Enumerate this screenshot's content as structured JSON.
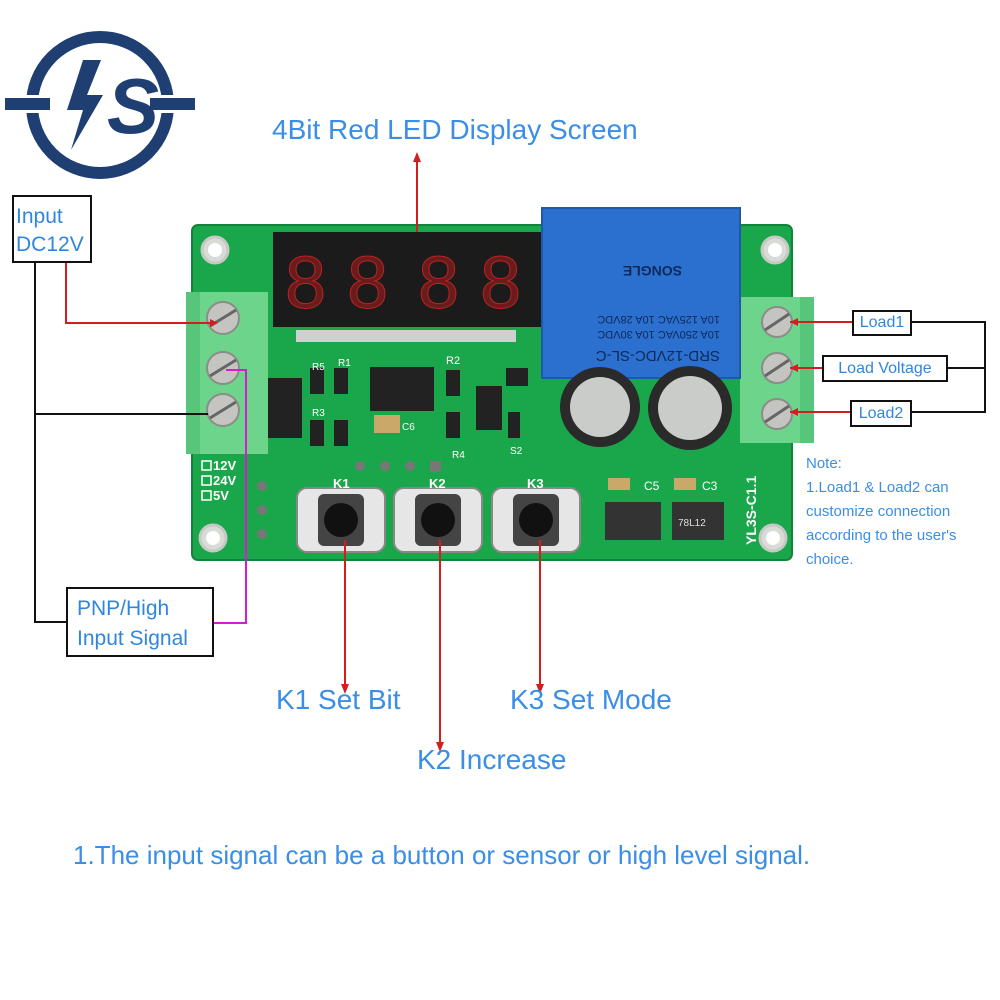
{
  "logo": {
    "name": "brand-logo",
    "letters": "S"
  },
  "labels": {
    "display": "4Bit Red LED Display Screen",
    "input_dc_line1": "Input",
    "input_dc_line2": "DC12V",
    "pnp_line1": "PNP/High",
    "pnp_line2": "Input Signal",
    "load1": "Load1",
    "load_voltage": "Load Voltage",
    "load2": "Load2",
    "k1": "K1 Set Bit",
    "k2": "K2 Increase",
    "k3": "K3 Set Mode"
  },
  "note": {
    "title": "Note:",
    "line1": "1.Load1 & Load2 can",
    "line2": "customize connection",
    "line3": "according to the user's",
    "line4": "choice."
  },
  "footer": "1.The input signal can be a button or sensor or high level signal.",
  "board": {
    "relay_line1": "SRD-12VDC-SL-C",
    "relay_line2": "10A 250VAC  10A 30VDC",
    "relay_line3": "10A 125VAC  10A 28VDC",
    "relay_brand": "SONGLE",
    "model": "YL3S-C1.1",
    "voltage_12v": "12V",
    "voltage_24v": "24V",
    "voltage_5v": "5V",
    "k1": "K1",
    "k2": "K2",
    "k3": "K3",
    "c5": "C5",
    "c3": "C3",
    "c6": "C6",
    "r1": "R1",
    "r2": "R2",
    "r3": "R3",
    "r4": "R4",
    "r5": "R5",
    "s2": "S2",
    "reg": "78L12"
  },
  "colors": {
    "label_blue": "#3a8ee6",
    "pcb_green": "#1aa64a",
    "arrow_red": "#d11f1f",
    "relay_blue": "#2b6fcf",
    "magenta": "#d61ad6"
  }
}
